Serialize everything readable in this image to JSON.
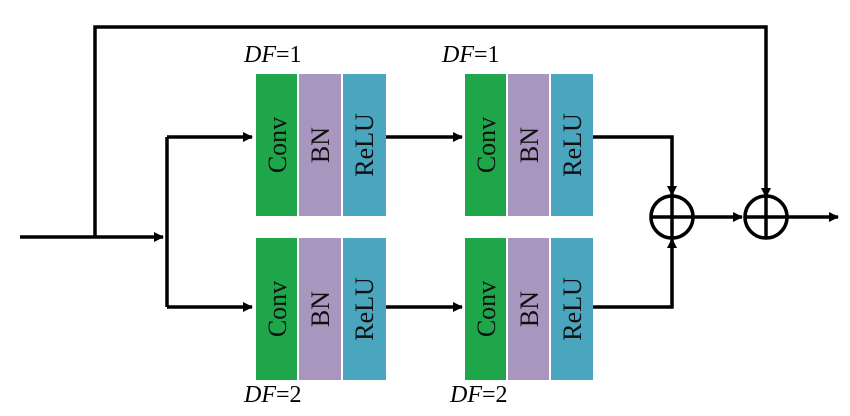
{
  "colors": {
    "conv": "#1fa64a",
    "bn": "#a996bf",
    "relu": "#4aa6bf",
    "line": "#000000"
  },
  "upper_branch": {
    "block1": {
      "df_var": "DF",
      "df_val": "=1",
      "conv": "Conv",
      "bn": "BN",
      "relu": "ReLU"
    },
    "block2": {
      "df_var": "DF",
      "df_val": "=1",
      "conv": "Conv",
      "bn": "BN",
      "relu": "ReLU"
    }
  },
  "lower_branch": {
    "block1": {
      "df_var": "DF",
      "df_val": "=2",
      "conv": "Conv",
      "bn": "BN",
      "relu": "ReLU"
    },
    "block2": {
      "df_var": "DF",
      "df_val": "=2",
      "conv": "Conv",
      "bn": "BN",
      "relu": "ReLU"
    }
  },
  "operators": [
    "sum",
    "sum"
  ]
}
